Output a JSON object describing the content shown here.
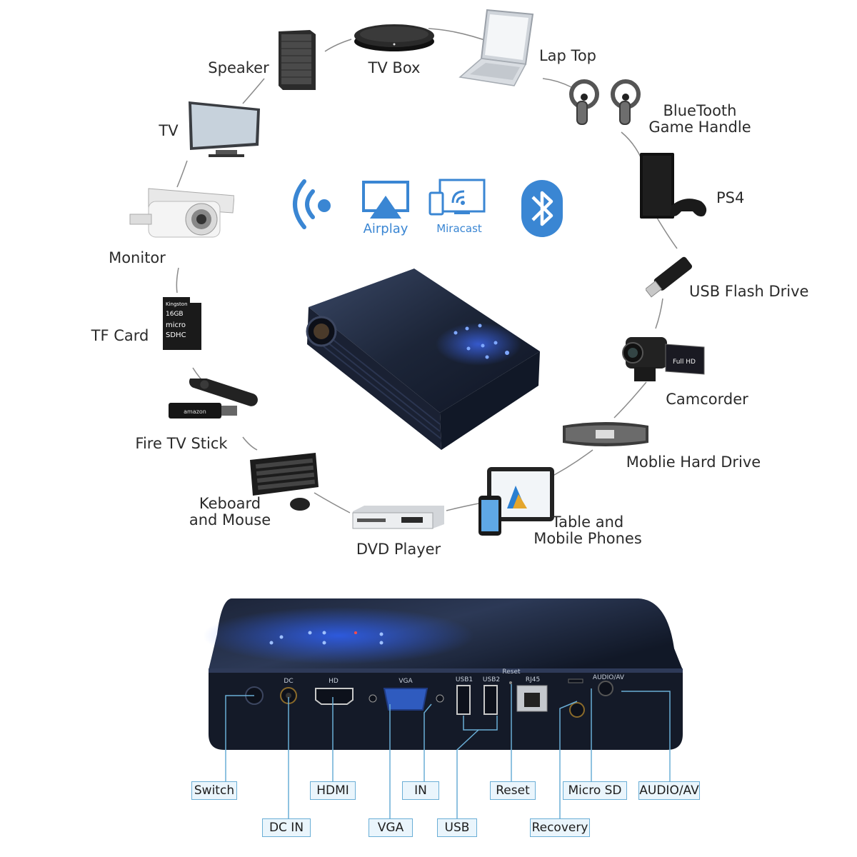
{
  "devices": {
    "tv_box": "TV Box",
    "laptop": "Lap Top",
    "game_handle": "BlueTooth\nGame Handle",
    "ps4": "PS4",
    "usb_flash": "USB Flash Drive",
    "camcorder": "Camcorder",
    "hard_drive": "Moblie Hard Drive",
    "tablet": "Table and\nMobile Phones",
    "dvd": "DVD Player",
    "keyboard": "Keboard\nand Mouse",
    "fire_tv": "Fire TV Stick",
    "tf_card": "TF Card",
    "monitor": "Monitor",
    "tv": "TV",
    "speaker": "Speaker"
  },
  "device_print": {
    "sd_brand": "Kingston",
    "sd_capacity": "16GB",
    "fire_brand": "amazon",
    "cam_badge": "Full HD"
  },
  "tech": {
    "airplay": "Airplay",
    "miracast": "Miracast"
  },
  "port_print": {
    "dc": "DC",
    "hd": "HD",
    "vga": "VGA",
    "usb1": "USB1",
    "usb2": "USB2",
    "reset": "Reset",
    "rj45": "RJ45",
    "audio_av": "AUDIO/AV"
  },
  "ports": {
    "switch": "Switch",
    "dc_in": "DC IN",
    "hdmi": "HDMI",
    "vga": "VGA",
    "in": "IN",
    "usb": "USB",
    "reset": "Reset",
    "recovery": "Recovery",
    "micro_sd": "Micro SD",
    "audio_av": "AUDIO/AV"
  },
  "colors": {
    "accent": "#3a86d3",
    "tag_border": "#6aaed6",
    "device_body": "#1b2233"
  }
}
